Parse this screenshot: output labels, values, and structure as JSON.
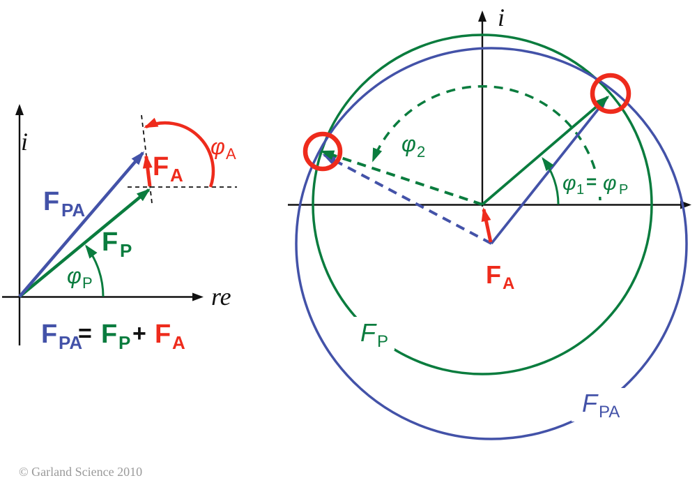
{
  "colors": {
    "green": "#0a7c3e",
    "blue": "#4352a8",
    "red": "#ee2b1c",
    "black": "#111111",
    "gray": "#9a9a9a"
  },
  "left": {
    "axis": {
      "i": "i",
      "re": "re"
    },
    "fpa": {
      "main": "F",
      "sub": "PA"
    },
    "fp": {
      "main": "F",
      "sub": "P"
    },
    "fa": {
      "main": "F",
      "sub": "A"
    },
    "phip": {
      "main": "φ",
      "sub": "P"
    },
    "phia": {
      "main": "φ",
      "sub": "A"
    },
    "equation": {
      "f1": "F",
      "s1": "PA",
      "eq": "=",
      "f2": "F",
      "s2": "P",
      "plus": "+",
      "f3": "F",
      "s3": "A"
    }
  },
  "right": {
    "axis": {
      "i": "i"
    },
    "phi2": {
      "main": "φ",
      "sub": "2"
    },
    "phi1": {
      "a_main": "φ",
      "a_sub": "1",
      "eq": "=",
      "b_main": "φ",
      "b_sub": "P"
    },
    "fa": {
      "main": "F",
      "sub": "A"
    },
    "fp": {
      "main": "F",
      "sub": "P"
    },
    "fpa": {
      "main": "F",
      "sub": "PA"
    }
  },
  "copyright": "© Garland Science 2010"
}
